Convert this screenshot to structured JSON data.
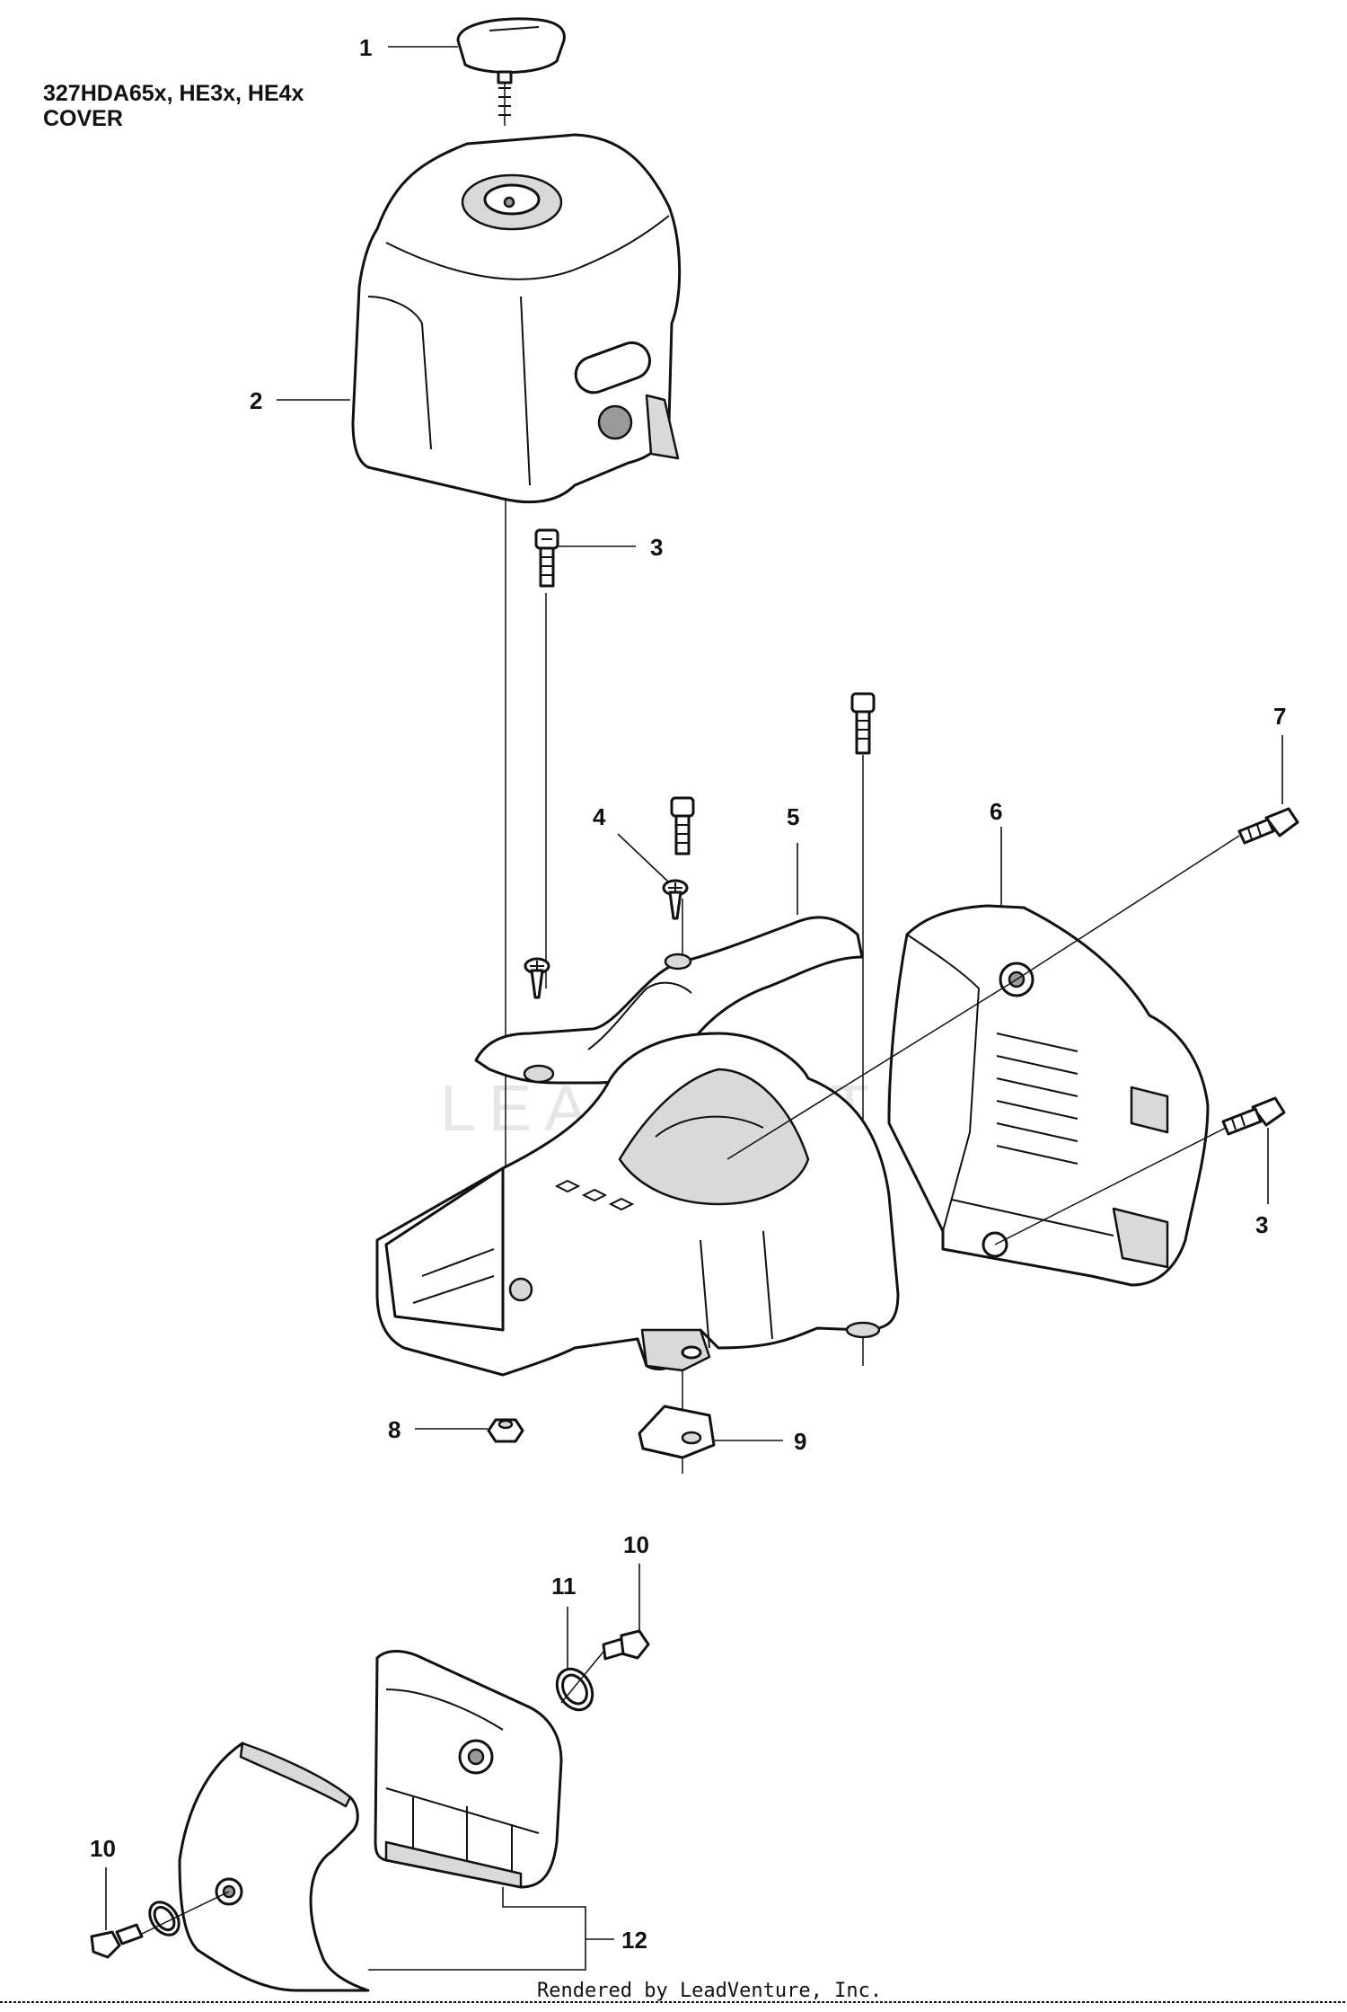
{
  "diagram": {
    "title_line1": "327HDA65x, HE3x, HE4x",
    "title_line2": "COVER",
    "watermark": "LEADVENTURE",
    "footer": "Rendered by LeadVenture, Inc."
  },
  "callouts": [
    {
      "id": "c1",
      "label": "1"
    },
    {
      "id": "c2",
      "label": "2"
    },
    {
      "id": "c3a",
      "label": "3"
    },
    {
      "id": "c3b",
      "label": "3"
    },
    {
      "id": "c4",
      "label": "4"
    },
    {
      "id": "c5",
      "label": "5"
    },
    {
      "id": "c6",
      "label": "6"
    },
    {
      "id": "c7",
      "label": "7"
    },
    {
      "id": "c8",
      "label": "8"
    },
    {
      "id": "c9",
      "label": "9"
    },
    {
      "id": "c10a",
      "label": "10"
    },
    {
      "id": "c10b",
      "label": "10"
    },
    {
      "id": "c11",
      "label": "11"
    },
    {
      "id": "c12",
      "label": "12"
    }
  ]
}
